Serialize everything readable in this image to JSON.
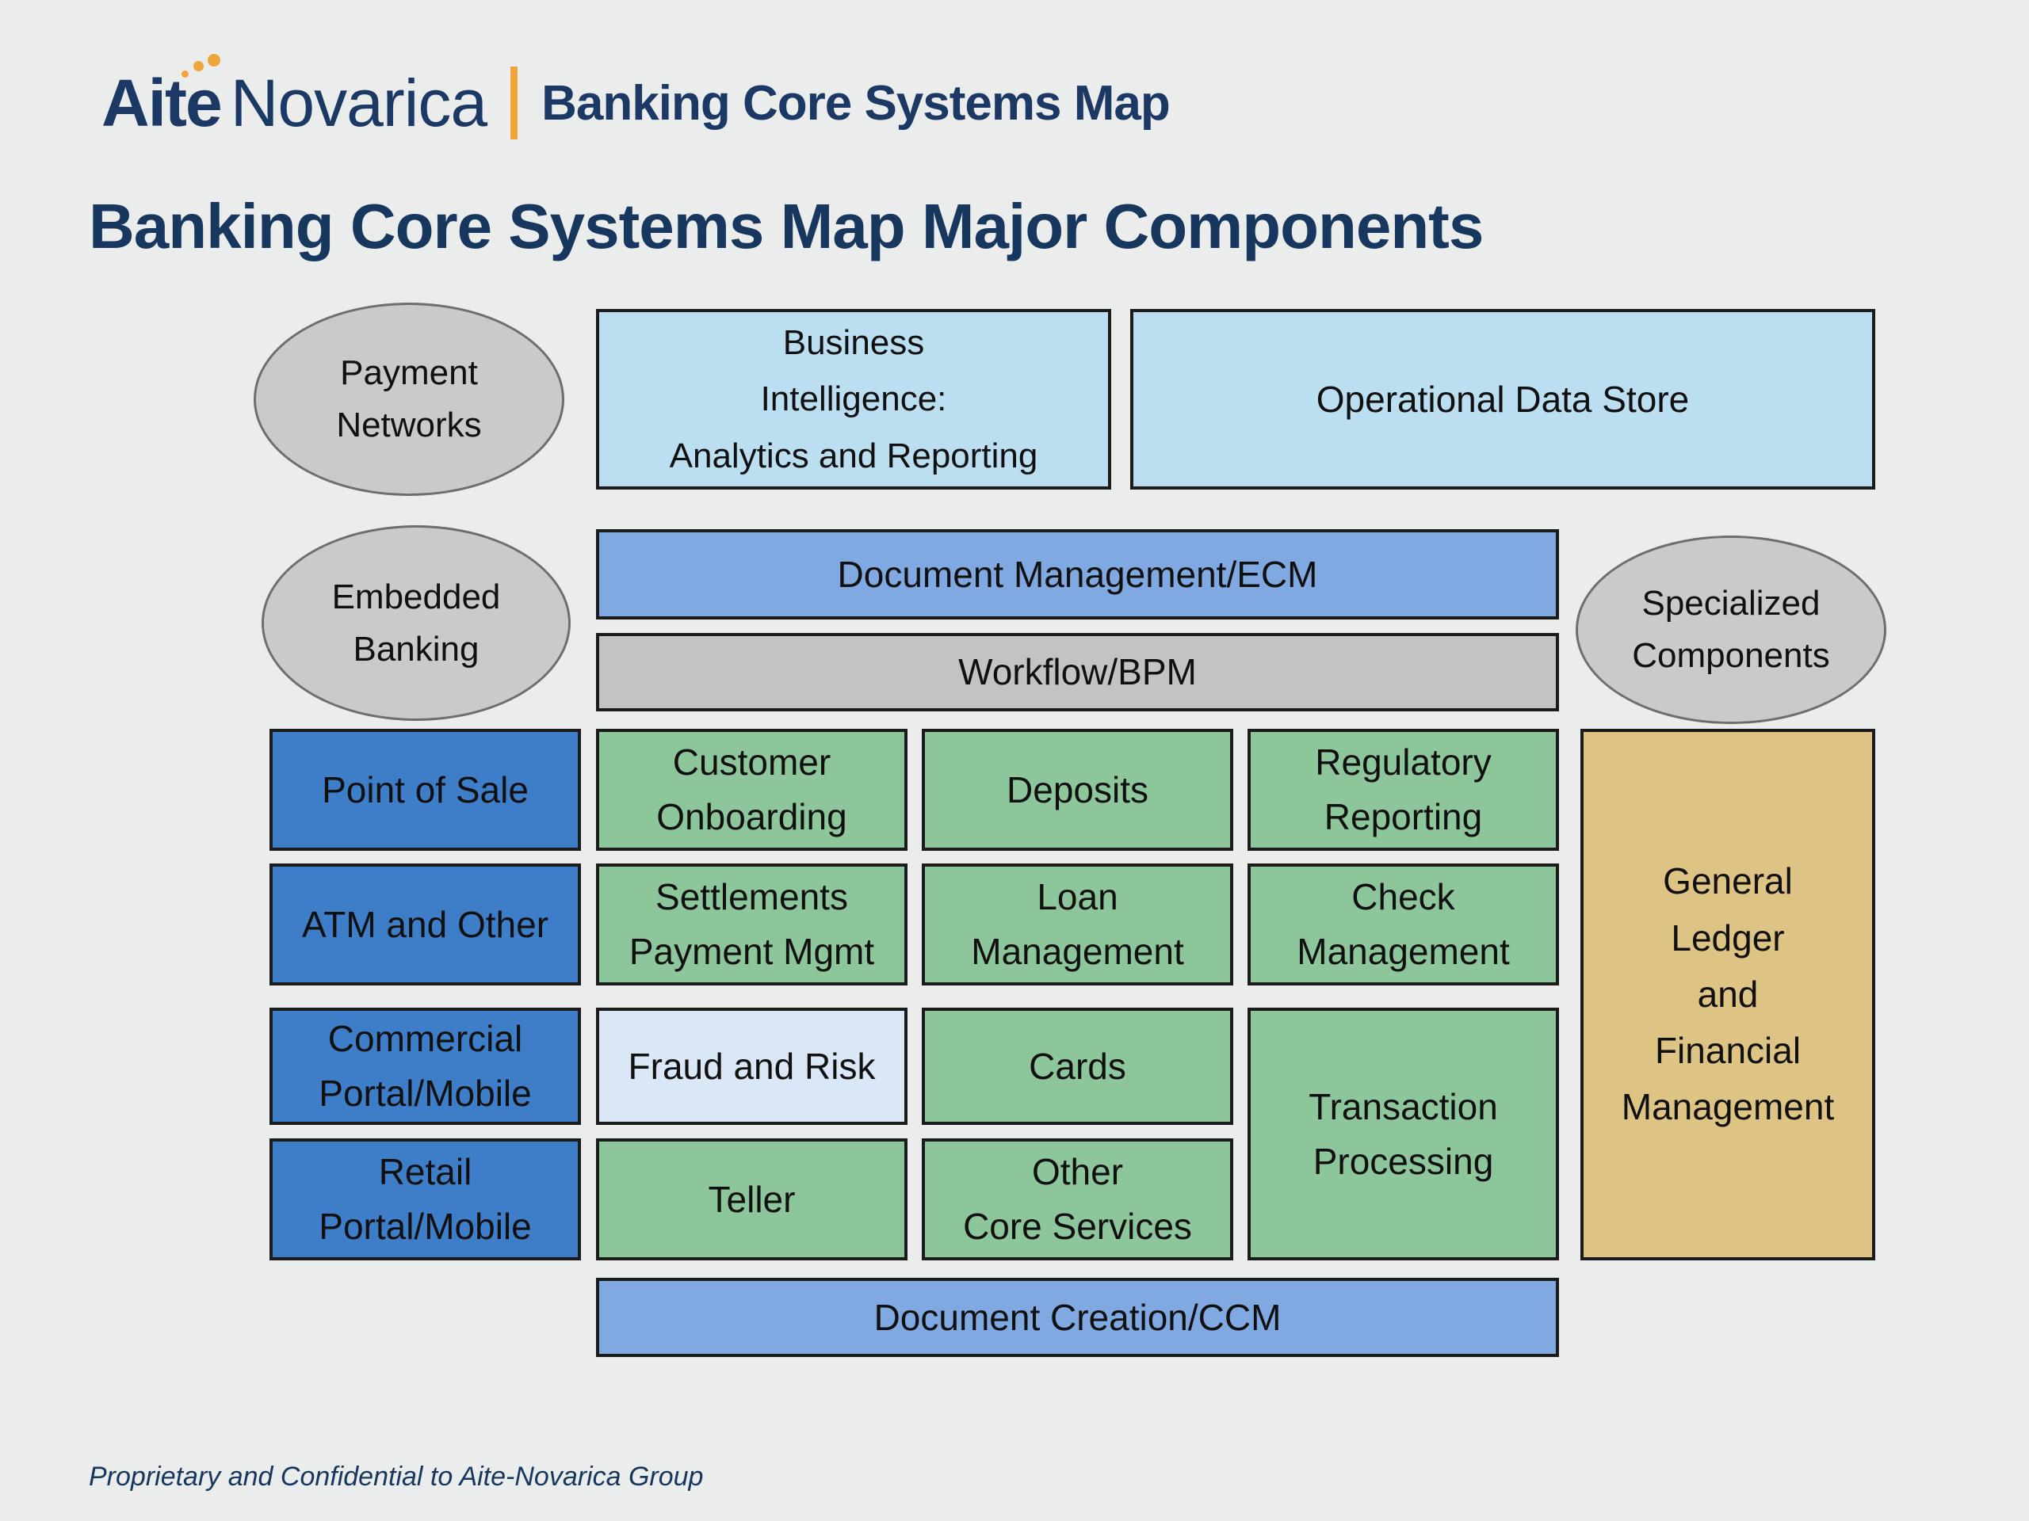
{
  "header": {
    "brand": {
      "primary": "Aite",
      "secondary": "Novarica",
      "product": "Banking Core Systems Map"
    }
  },
  "page_title": "Banking Core Systems Map Major Components",
  "footer_note": "Proprietary and Confidential to Aite-Novarica Group",
  "colors": {
    "background": "#EBEDEC",
    "navy_text": "#17375E",
    "brand_orange": "#EFA43C",
    "light_blue_box": "#BBDEF1",
    "medium_blue_box": "#7FA9E0",
    "royal_blue_box": "#3E7DC8",
    "green_box": "#8EC69C",
    "pale_blue_box": "#DAE7F6",
    "gray_box": "#C2C3C2",
    "gray_ellipse": "#C9CACA",
    "tan_box": "#DEC484",
    "box_border": "#1B1B1B"
  },
  "diagram": {
    "ellipses": {
      "payment_networks": "Payment\nNetworks",
      "embedded_banking": "Embedded\nBanking",
      "specialized_components": "Specialized\nComponents"
    },
    "boxes": {
      "business_intelligence": "Business\nIntelligence:\nAnalytics and Reporting",
      "operational_data_store": "Operational Data Store",
      "document_management": "Document Management/ECM",
      "workflow_bpm": "Workflow/BPM",
      "point_of_sale": "Point of Sale",
      "atm_and_other": "ATM and Other",
      "commercial_portal": "Commercial\nPortal/Mobile",
      "retail_portal": "Retail\nPortal/Mobile",
      "customer_onboarding": "Customer\nOnboarding",
      "settlements_payment_mgmt": "Settlements\nPayment Mgmt",
      "fraud_and_risk": "Fraud and Risk",
      "teller": "Teller",
      "deposits": "Deposits",
      "loan_management": "Loan\nManagement",
      "cards": "Cards",
      "other_core_services": "Other\nCore Services",
      "regulatory_reporting": "Regulatory\nReporting",
      "check_management": "Check\nManagement",
      "transaction_processing": "Transaction\nProcessing",
      "general_ledger": "General\nLedger\nand\nFinancial\nManagement",
      "document_creation": "Document Creation/CCM"
    }
  }
}
